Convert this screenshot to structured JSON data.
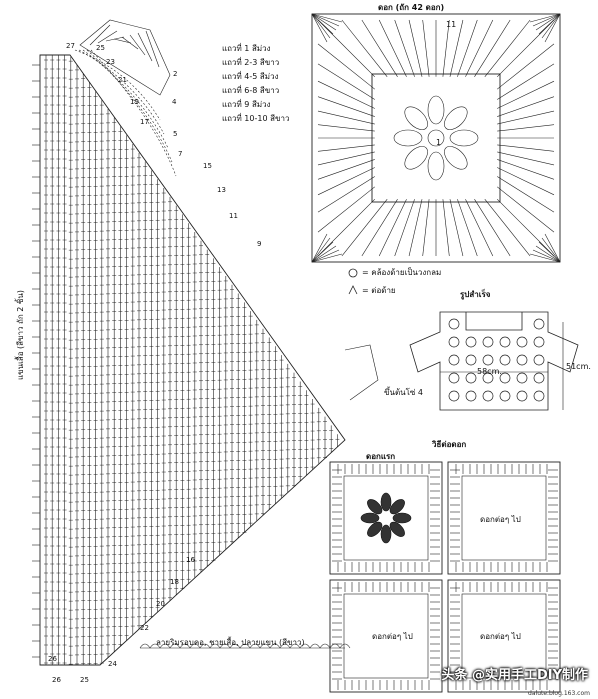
{
  "motif": {
    "title": "ดอก (ถัก 42 ดอก)",
    "row_labels": [
      "11",
      "1"
    ]
  },
  "legend_rows": [
    {
      "text": "แถวที่  1  สีม่วง"
    },
    {
      "text": "แถวที่  2-3  สีขาว"
    },
    {
      "text": "แถวที่  4-5  สีม่วง"
    },
    {
      "text": "แถวที่  6-8  สีขาว"
    },
    {
      "text": "แถวที่  9  สีม่วง"
    },
    {
      "text": "แถวที่  10-10  สีขาว"
    }
  ],
  "symbols": [
    {
      "text": "= คล้องด้ายเป็นวงกลม"
    },
    {
      "text": "= ต่อด้าย"
    }
  ],
  "finished": {
    "title": "รูปสำเร็จ",
    "width": "58cm.",
    "height": "51cm."
  },
  "joining": {
    "title": "วิธีต่อดอก",
    "first_motif": "ดอกแรก",
    "next_motif_label": "ดอกต่อๆ ไป"
  },
  "sleeve": {
    "side_label": "แขนเสื้อ (สีขาว ถัก 2 ชิ้น)",
    "start_label": "ขึ้นต้นโซ่ 4",
    "numbers_diagonal": [
      "2",
      "4",
      "5",
      "7",
      "9",
      "11",
      "13",
      "15"
    ],
    "numbers_bottom": [
      "16",
      "18",
      "20",
      "22",
      "24",
      "25",
      "26"
    ],
    "numbers_left": [
      "27",
      "26"
    ],
    "numbers_top": [
      "25",
      "23",
      "21",
      "19",
      "17"
    ]
  },
  "edging": {
    "label": "ลายริมรอบคอ, ชายเสื้อ, ปลายแขน (สีขาว)"
  },
  "watermark": {
    "text": "头条 @实用手工DIY制作",
    "url": "dalute.blog.163.com"
  }
}
